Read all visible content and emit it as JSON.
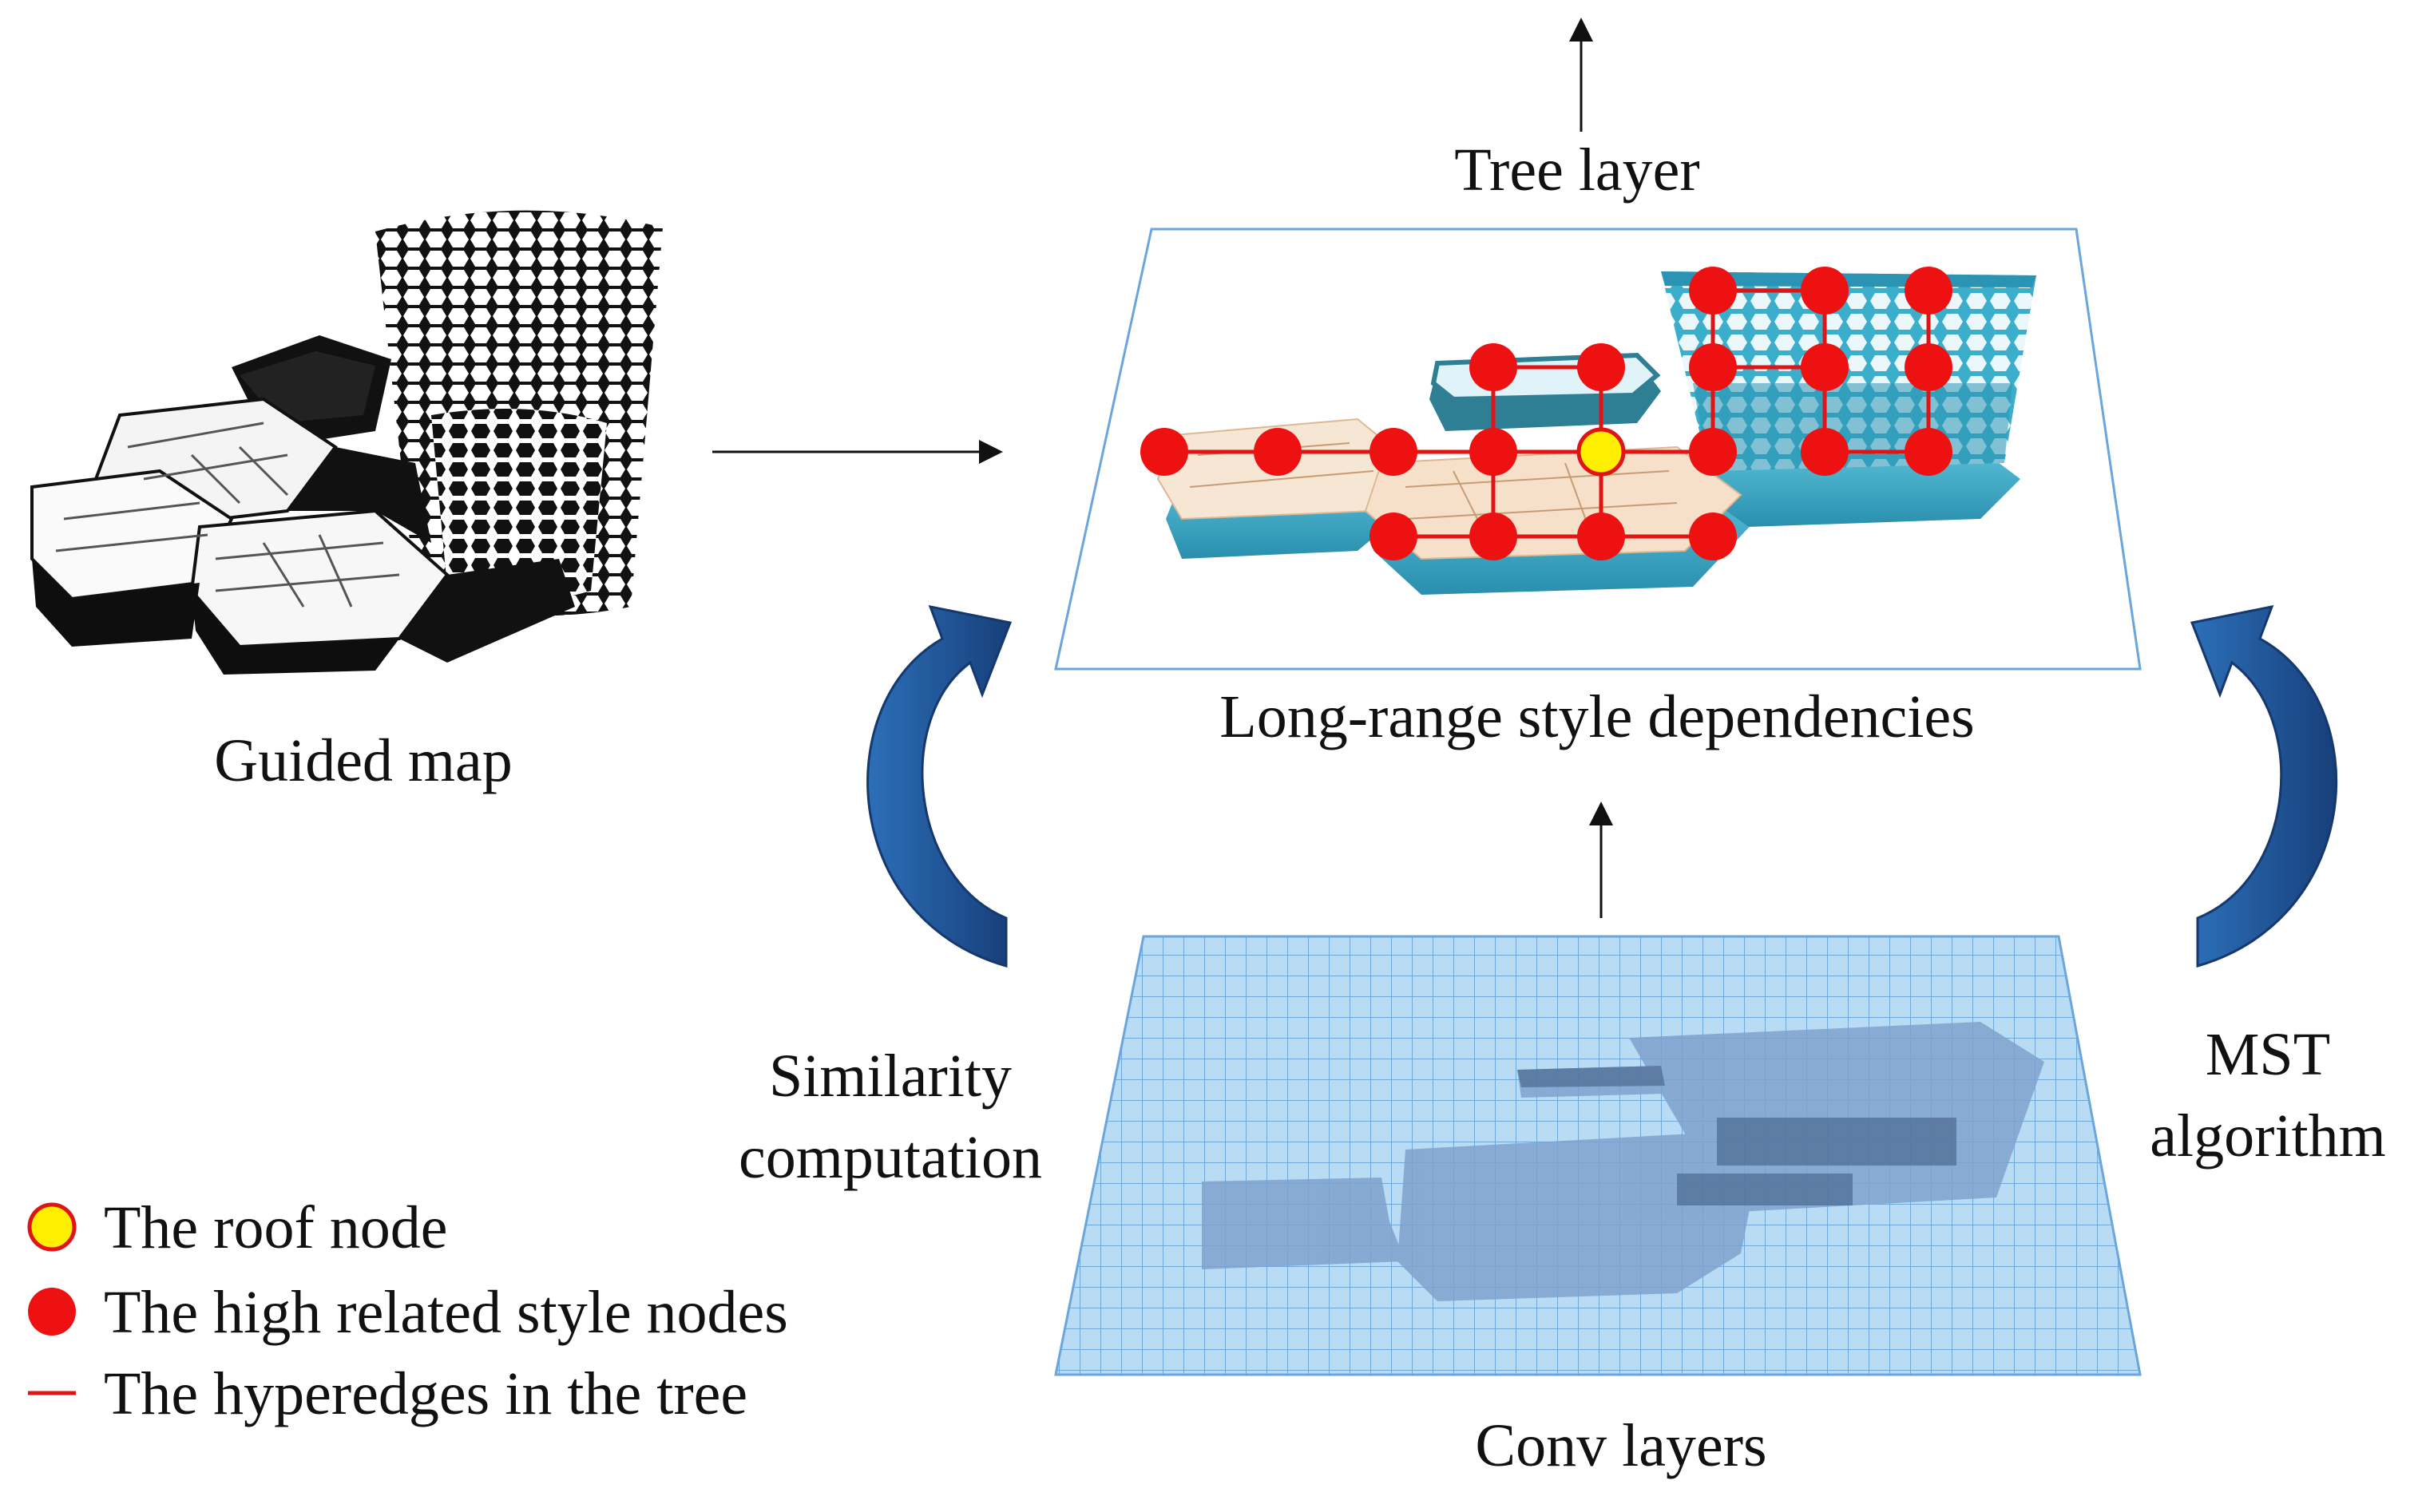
{
  "labels": {
    "guided_map": "Guided map",
    "tree_layer": "Tree layer",
    "long_range": "Long-range style dependencies",
    "conv_layers": "Conv layers",
    "similarity": "Similarity",
    "computation": "computation",
    "mst": "MST",
    "algorithm": "algorithm"
  },
  "legend": [
    {
      "label": "The roof node",
      "marker": "yellow-circle"
    },
    {
      "label": "The high related style nodes",
      "marker": "red-circle"
    },
    {
      "label": "The hyperedges in the tree",
      "marker": "red-line"
    }
  ],
  "colors": {
    "node_red": "#ee1111",
    "roof_fill": "#ffee00",
    "edge_red": "#e01414",
    "arrow_blue": "#1f5fa8",
    "teal": "#35a8c4",
    "grid_blue": "#a8d0ee",
    "plane_border": "#6aa6dd"
  }
}
